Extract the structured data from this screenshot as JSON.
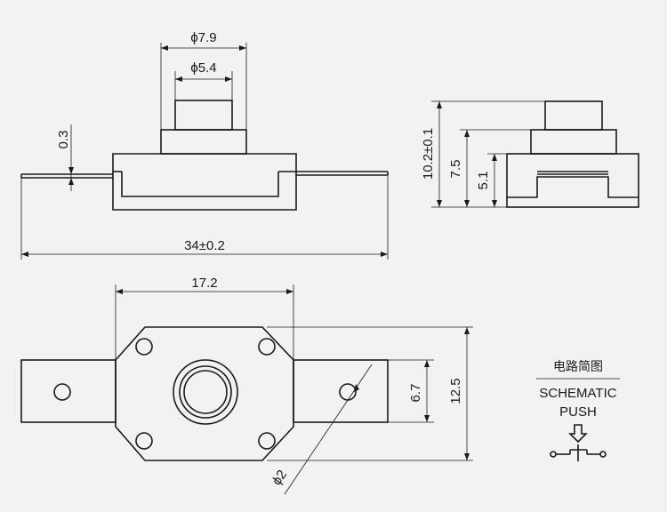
{
  "dimensions": {
    "cap_diameter": "ϕ7.9",
    "stem_diameter": "ϕ5.4",
    "terminal_thickness": "0.3",
    "overall_length": "34±0.2",
    "body_width": "17.2",
    "total_height": "10.2±0.1",
    "shoulder_height": "7.5",
    "base_height": "5.1",
    "pin_spacing": "6.7",
    "body_depth": "12.5",
    "hole_diameter": "ϕ2"
  },
  "schematic": {
    "title_cn": "电路简图",
    "title_en": "SCHEMATIC",
    "subtitle": "PUSH"
  },
  "colors": {
    "background": "#f3f2f0",
    "ink": "#1a1a1a"
  }
}
